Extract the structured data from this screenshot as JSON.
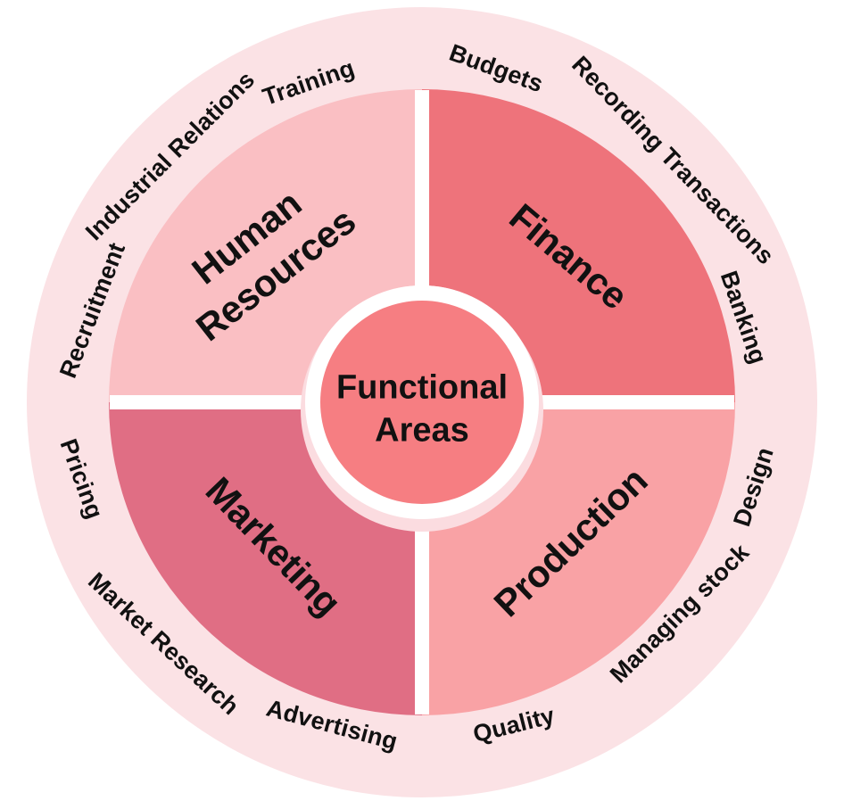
{
  "diagram": {
    "center": {
      "title": "Functional Areas"
    },
    "quadrants": {
      "human_resources": {
        "label": "Human Resources",
        "color": "#FABFC3",
        "subtopics": [
          "Recruitment",
          "Industrial Relations",
          "Training"
        ]
      },
      "finance": {
        "label": "Finance",
        "color": "#EE737B",
        "subtopics": [
          "Budgets",
          "Recording Transactions",
          "Banking"
        ]
      },
      "production": {
        "label": "Production",
        "color": "#F9A2A5",
        "subtopics": [
          "Design",
          "Managing stock",
          "Quality"
        ]
      },
      "marketing": {
        "label": "Marketing",
        "color": "#E06E84",
        "subtopics": [
          "Pricing",
          "Market Research",
          "Advertising"
        ]
      }
    },
    "colors": {
      "outer_ring": "#FBE2E5",
      "center_circle": "#F67E82",
      "center_halo": "#FBDCE0",
      "divider": "#FFFFFF",
      "text": "#111111"
    }
  }
}
